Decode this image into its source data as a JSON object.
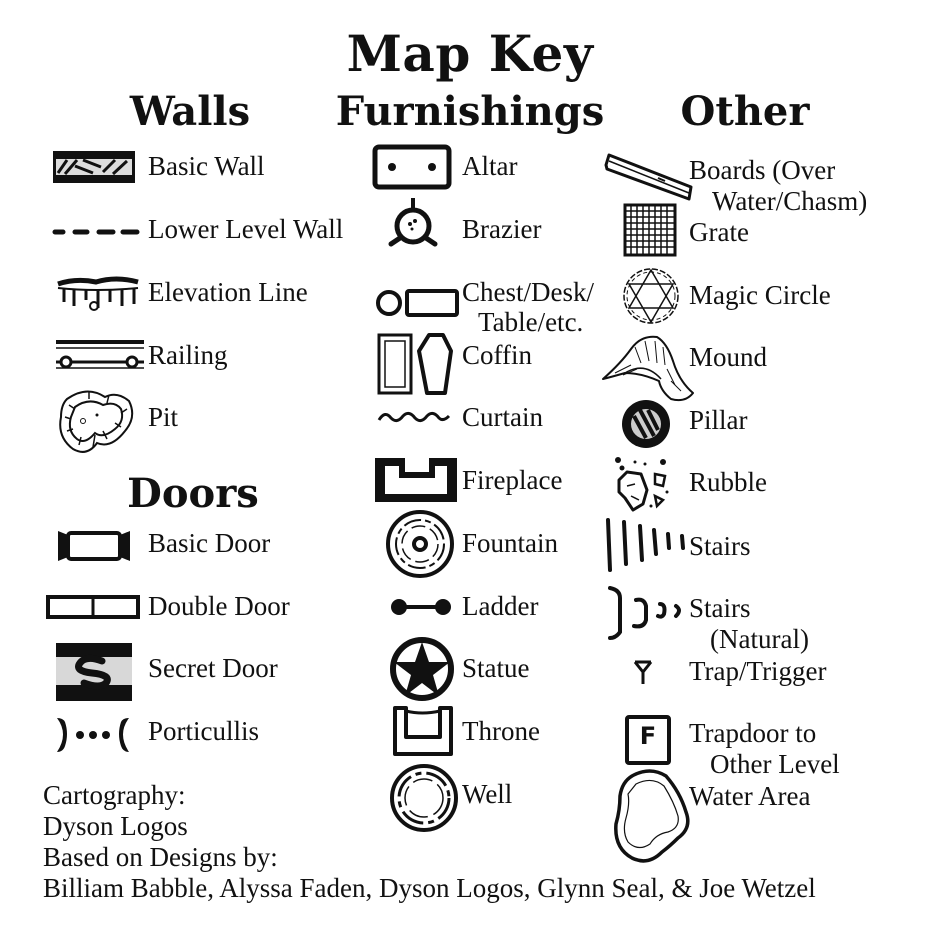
{
  "title": "Map Key",
  "sections": {
    "walls": {
      "heading": "Walls",
      "items": [
        {
          "label": "Basic Wall",
          "icon": "basic-wall-icon"
        },
        {
          "label": "Lower Level Wall",
          "icon": "lower-level-wall-icon"
        },
        {
          "label": "Elevation Line",
          "icon": "elevation-line-icon"
        },
        {
          "label": "Railing",
          "icon": "railing-icon"
        },
        {
          "label": "Pit",
          "icon": "pit-icon"
        }
      ]
    },
    "doors": {
      "heading": "Doors",
      "items": [
        {
          "label": "Basic Door",
          "icon": "basic-door-icon"
        },
        {
          "label": "Double Door",
          "icon": "double-door-icon"
        },
        {
          "label": "Secret Door",
          "icon": "secret-door-icon"
        },
        {
          "label": "Porticullis",
          "icon": "portcullis-icon"
        }
      ]
    },
    "furnishings": {
      "heading": "Furnishings",
      "items": [
        {
          "label": "Altar",
          "icon": "altar-icon"
        },
        {
          "label": "Brazier",
          "icon": "brazier-icon"
        },
        {
          "label": "Chest/Desk/",
          "label2": "Table/etc.",
          "icon": "chest-desk-table-icon"
        },
        {
          "label": "Coffin",
          "icon": "coffin-icon"
        },
        {
          "label": "Curtain",
          "icon": "curtain-icon"
        },
        {
          "label": "Fireplace",
          "icon": "fireplace-icon"
        },
        {
          "label": "Fountain",
          "icon": "fountain-icon"
        },
        {
          "label": "Ladder",
          "icon": "ladder-icon"
        },
        {
          "label": "Statue",
          "icon": "statue-icon"
        },
        {
          "label": "Throne",
          "icon": "throne-icon"
        },
        {
          "label": "Well",
          "icon": "well-icon"
        }
      ]
    },
    "other": {
      "heading": "Other",
      "items": [
        {
          "label": "Boards (Over",
          "label2": "Water/Chasm)",
          "icon": "boards-icon"
        },
        {
          "label": "Grate",
          "icon": "grate-icon"
        },
        {
          "label": "Magic Circle",
          "icon": "magic-circle-icon"
        },
        {
          "label": "Mound",
          "icon": "mound-icon"
        },
        {
          "label": "Pillar",
          "icon": "pillar-icon"
        },
        {
          "label": "Rubble",
          "icon": "rubble-icon"
        },
        {
          "label": "Stairs",
          "icon": "stairs-icon"
        },
        {
          "label": "Stairs",
          "label2": "(Natural)",
          "icon": "natural-stairs-icon"
        },
        {
          "label": "Trap/Trigger",
          "icon": "trap-trigger-icon"
        },
        {
          "label": "Trapdoor to",
          "label2": "Other Level",
          "icon": "trapdoor-icon",
          "glyph": "F"
        },
        {
          "label": "Water Area",
          "icon": "water-area-icon"
        }
      ]
    }
  },
  "credits": {
    "line1": "Cartography:",
    "line2": "Dyson Logos",
    "line3": "Based on Designs by:",
    "line4": "Billiam Babble, Alyssa Faden, Dyson Logos, Glynn Seal, & Joe Wetzel"
  },
  "colors": {
    "ink": "#111111",
    "background": "#ffffff",
    "secret_door_fill": "#d8d8d8"
  }
}
